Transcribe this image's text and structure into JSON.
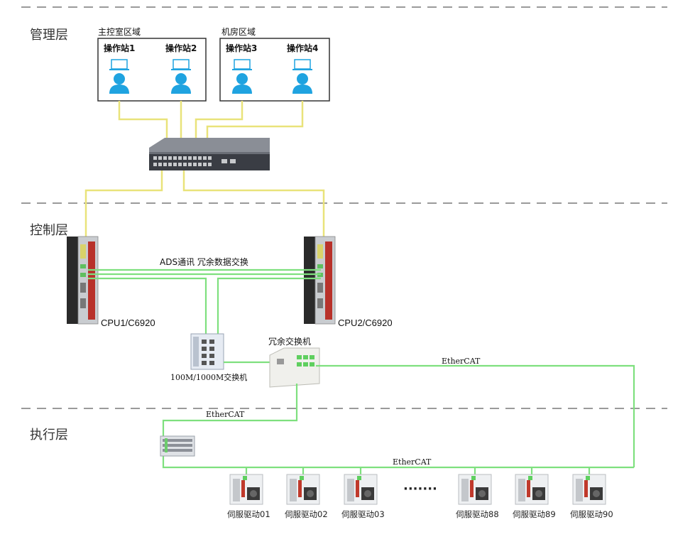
{
  "layers": {
    "management": "管理层",
    "control": "控制层",
    "execution": "执行层"
  },
  "areas": {
    "main_control": "主控室区域",
    "machine_room": "机房区域"
  },
  "stations": [
    "操作站1",
    "操作站2",
    "操作站3",
    "操作站4"
  ],
  "cpus": {
    "cpu1": "CPU1/C6920",
    "cpu2": "CPU2/C6920"
  },
  "links": {
    "ads": "ADS通讯 冗余数据交换",
    "ethercat_top": "EtherCAT",
    "ethercat_left": "EtherCAT",
    "ethercat_bottom": "EtherCAT"
  },
  "switches": {
    "gigabit": "100M/1000M交换机",
    "redundant": "冗余交换机"
  },
  "drives": [
    "伺服驱动01",
    "伺服驱动02",
    "伺服驱动03",
    "伺服驱动88",
    "伺服驱动89",
    "伺服驱动90"
  ],
  "ellipsis": "·······",
  "colors": {
    "ethernet_line": "#e9e37a",
    "ethercat_line": "#7ee07e",
    "user_icon": "#1fa3e0",
    "layer_divider": "#9a9a9a"
  },
  "icons": {
    "station": "operator-user-icon",
    "core_switch": "network-switch-icon",
    "cpu": "industrial-pc-icon",
    "drive": "servo-drive-icon",
    "coupler": "ethercat-coupler-icon"
  }
}
